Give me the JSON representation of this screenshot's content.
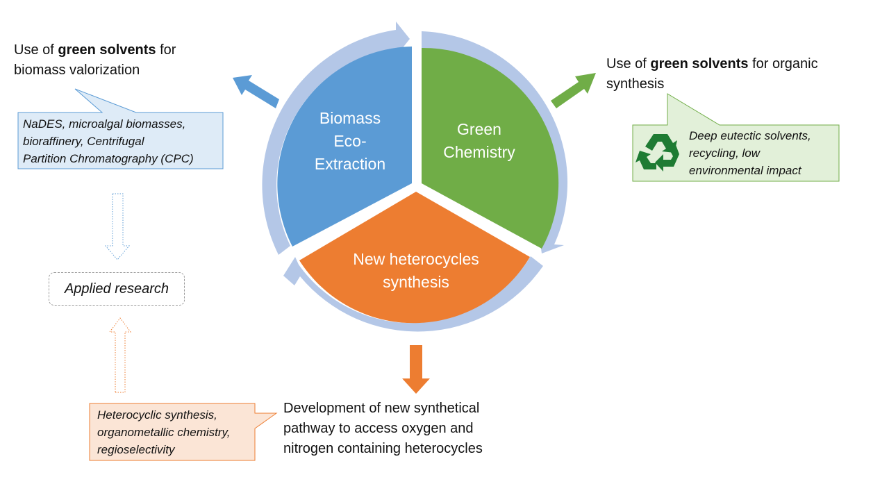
{
  "segments": {
    "biomass": {
      "line1": "Biomass",
      "line2": "Eco-",
      "line3": "Extraction"
    },
    "green": {
      "line1": "Green",
      "line2": "Chemistry"
    },
    "heterocycles": {
      "line1": "New heterocycles",
      "line2": "synthesis"
    }
  },
  "left_note": {
    "prefix": "Use of ",
    "bold": "green solvents",
    "suffix": " for",
    "line2": "biomass valorization"
  },
  "right_note": {
    "prefix": "Use of ",
    "bold": "green solvents",
    "suffix": " for organic",
    "line2": "synthesis"
  },
  "blue_callout": {
    "line1": "NaDES, microalgal biomasses,",
    "line2": "bioraffinery,  Centrifugal",
    "line3": "Partition Chromatography (CPC)"
  },
  "green_callout": {
    "line1": "Deep eutectic solvents,",
    "line2": "recycling, low",
    "line3": "environmental impact"
  },
  "orange_callout": {
    "line1": "Heterocyclic synthesis,",
    "line2": "organometallic chemistry,",
    "line3": "regioselectivity"
  },
  "applied_research": "Applied research",
  "bottom_note": {
    "line1": "Development of new synthetical",
    "line2": "pathway to access oxygen and",
    "line3": "nitrogen containing heterocycles"
  },
  "colors": {
    "blue": "#5B9BD5",
    "green": "#70AD47",
    "orange": "#ED7D31",
    "ring": "#B4C7E7",
    "blue_callout_fill": "#DEEBF7",
    "green_callout_fill": "#E2F0D9",
    "orange_callout_fill": "#FBE5D6"
  },
  "icons": {
    "recycle": "recycle-icon"
  }
}
